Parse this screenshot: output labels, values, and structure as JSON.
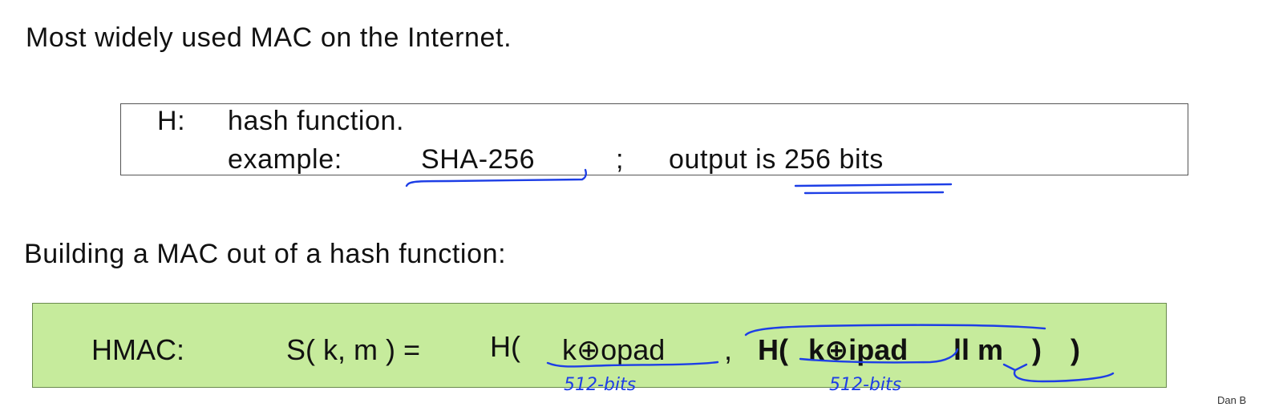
{
  "heading_1": "Most widely used MAC on the Internet.",
  "definition": {
    "h_label": "H:",
    "h_desc": "hash function.",
    "example_label": "example:",
    "example_value": "SHA-256",
    "separator": ";",
    "output_text": "output is 256 bits"
  },
  "heading_2": "Building a MAC out of a hash function:",
  "hmac": {
    "label": "HMAC:",
    "lhs": "S( k, m ) =",
    "h_open": "H(",
    "outer_arg": "k⊕opad",
    "comma": ",",
    "inner_h_open": "H(",
    "inner_arg": "k⊕ipad",
    "concat_m": "ll m",
    "inner_close": ")",
    "outer_close": ")"
  },
  "annotations": {
    "outer_bits": "512-bits",
    "inner_bits": "512-bits"
  },
  "footer": "Dan B",
  "colors": {
    "hmac_box_fill": "#c6eb9c",
    "ink": "#1d3ee6"
  }
}
